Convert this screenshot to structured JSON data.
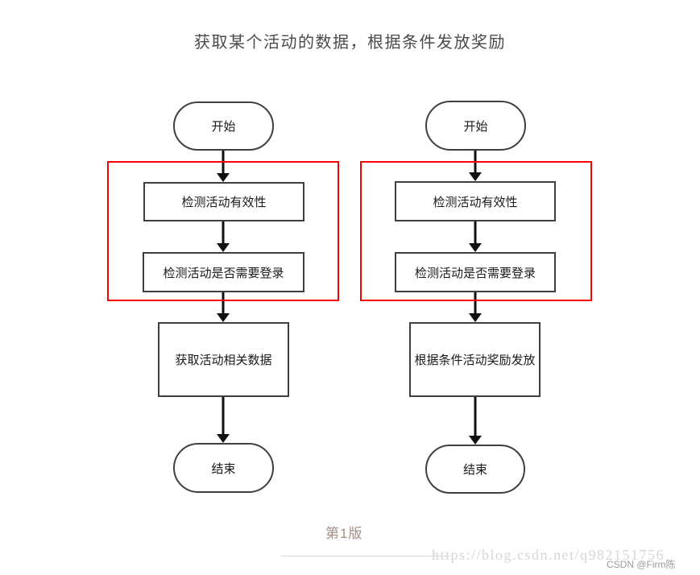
{
  "title": "获取某个活动的数据，根据条件发放奖励",
  "flows": {
    "left": {
      "start": "开始",
      "step1": "检测活动有效性",
      "step2": "检测活动是否需要登录",
      "step3": "获取活动相关数据",
      "end": "结束"
    },
    "right": {
      "start": "开始",
      "step1": "检测活动有效性",
      "step2": "检测活动是否需要登录",
      "step3": "根据条件活动奖励发放",
      "end": "结束"
    }
  },
  "footer": {
    "version_label": "第1版",
    "watermark_url": "https://blog.csdn.net/q982151756",
    "watermark_user": "CSDN @Firm陈"
  },
  "colors": {
    "highlight_border": "#ff0000",
    "node_border": "#3f3f3f",
    "arrow": "#111111",
    "title_text": "#4a4a4a",
    "node_text": "#1a1a1a",
    "version_text": "#a28f85",
    "watermark_url_text": "#d6d6d6",
    "watermark_user_text": "#9b9b9b"
  }
}
